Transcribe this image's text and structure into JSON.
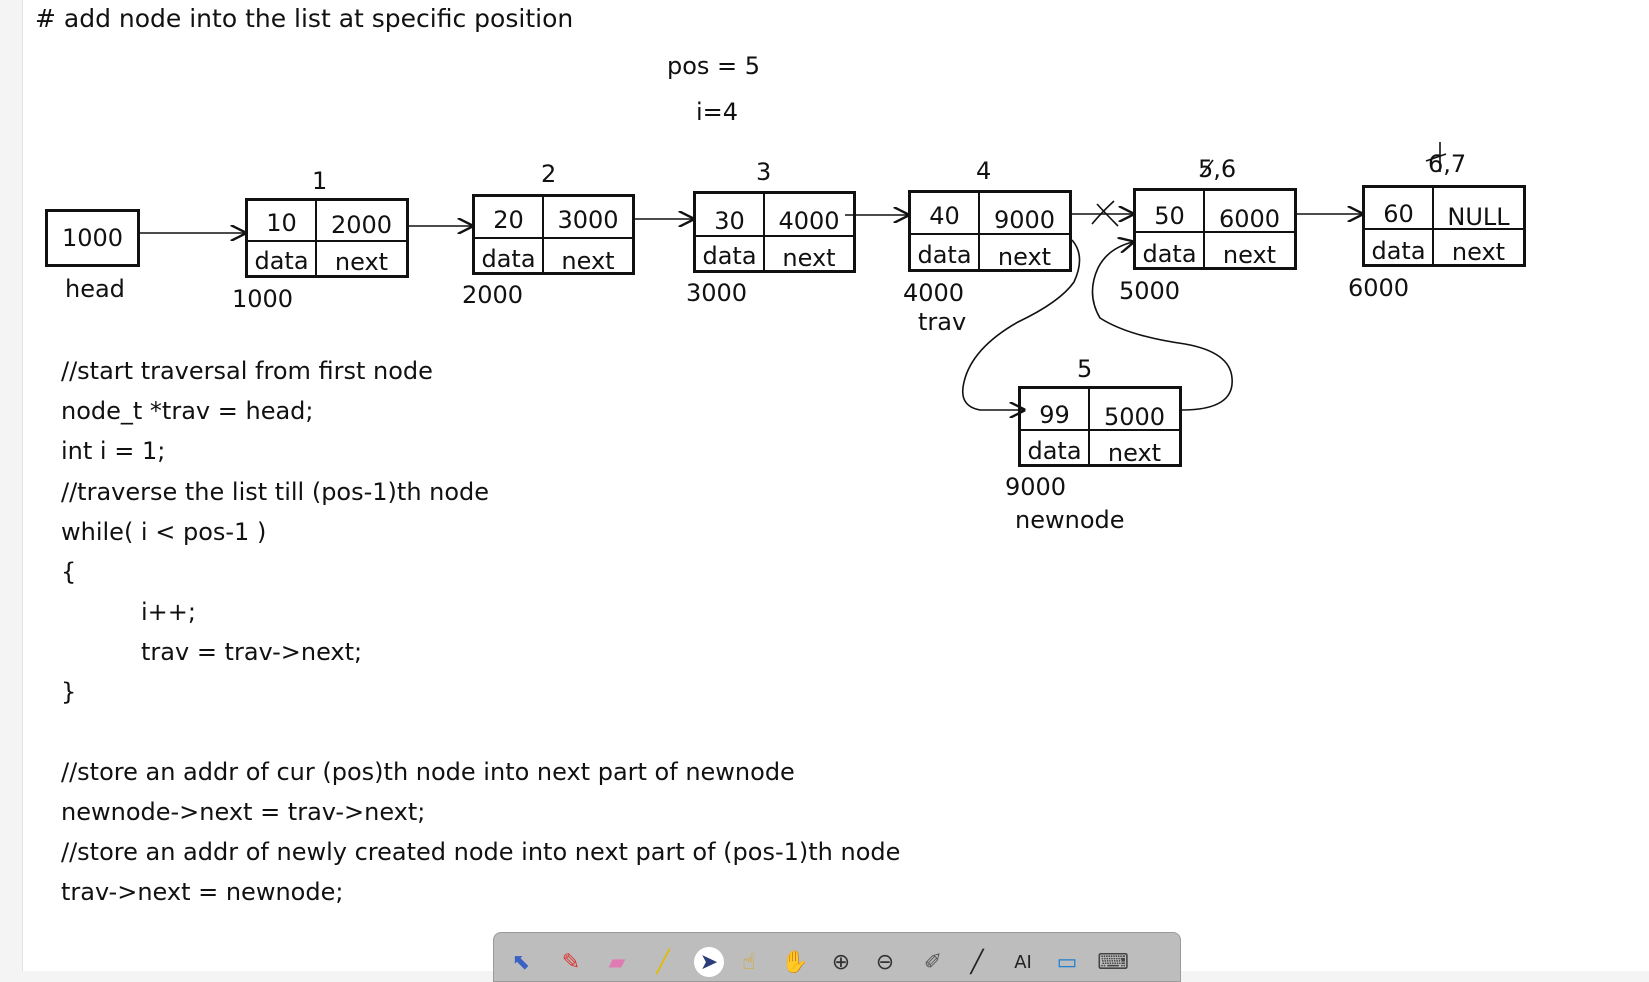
{
  "heading": "# add node into the list at specific position",
  "pos_text": "pos = 5",
  "i_text": "i=4",
  "head": {
    "value": "1000",
    "label": "head"
  },
  "nodes": [
    {
      "index": "1",
      "data": "10",
      "next": "2000",
      "addr": "1000",
      "data_label": "data",
      "next_label": "next"
    },
    {
      "index": "2",
      "data": "20",
      "next": "3000",
      "addr": "2000",
      "data_label": "data",
      "next_label": "next"
    },
    {
      "index": "3",
      "data": "30",
      "next": "4000",
      "addr": "3000",
      "data_label": "data",
      "next_label": "next"
    },
    {
      "index": "4",
      "data": "40",
      "next": "9000",
      "addr": "4000",
      "data_label": "data",
      "next_label": "next",
      "pointer": "trav"
    },
    {
      "index": "5,6",
      "data": "50",
      "next": "6000",
      "addr": "5000",
      "data_label": "data",
      "next_label": "next"
    },
    {
      "index": "6,7",
      "data": "60",
      "next": "NULL",
      "addr": "6000",
      "data_label": "data",
      "next_label": "next"
    }
  ],
  "newnode": {
    "index": "5",
    "data": "99",
    "next": "5000",
    "addr": "9000",
    "data_label": "data",
    "next_label": "next",
    "label": "newnode"
  },
  "code_lines": [
    "//start traversal from first node",
    "node_t *trav = head;",
    "int i = 1;",
    "//traverse the list till (pos-1)th node",
    "while( i < pos-1 )",
    "{",
    "i++;",
    "trav = trav->next;",
    "}",
    "//store an addr of cur (pos)th node into next part of newnode",
    "newnode->next = trav->next;",
    "//store an addr of newly created node into next part of (pos-1)th node",
    "trav->next = newnode;"
  ],
  "toolbar": {
    "tools": [
      "pointer-icon",
      "pen-icon",
      "eraser-icon",
      "highlighter-icon",
      "select-icon",
      "magic-hand-icon",
      "pan-icon",
      "zoom-in-icon",
      "zoom-out-icon",
      "brush-icon",
      "line-icon",
      "text-icon",
      "rectangle-select-icon",
      "keyboard-icon"
    ]
  }
}
